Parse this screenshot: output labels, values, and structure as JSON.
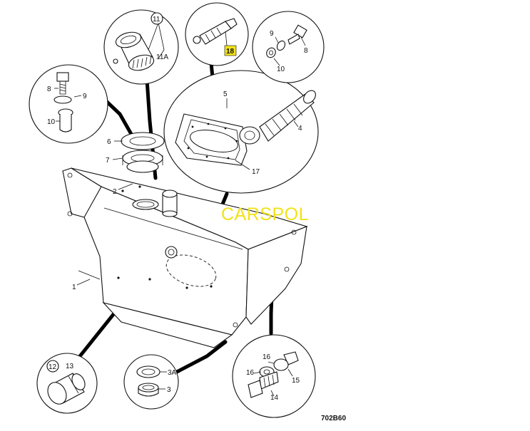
{
  "diagram": {
    "drawing_code": "702B60",
    "watermark": "CARSPOL",
    "highlight_color": "#f2e21a",
    "part_labels": {
      "p1": "1",
      "p2": "2",
      "p3": "3",
      "p3a": "3A",
      "p4": "4",
      "p5": "5",
      "p6": "6",
      "p7": "7",
      "p8_top": "8",
      "p8_left": "8",
      "p9_top": "9",
      "p9_left": "9",
      "p10_top": "10",
      "p10_left": "10",
      "p11": "11",
      "p11a": "11A",
      "p12": "12",
      "p13": "13",
      "p14": "14",
      "p15": "15",
      "p16_top": "16",
      "p16_left": "16",
      "p17": "17",
      "p18": "18"
    }
  }
}
